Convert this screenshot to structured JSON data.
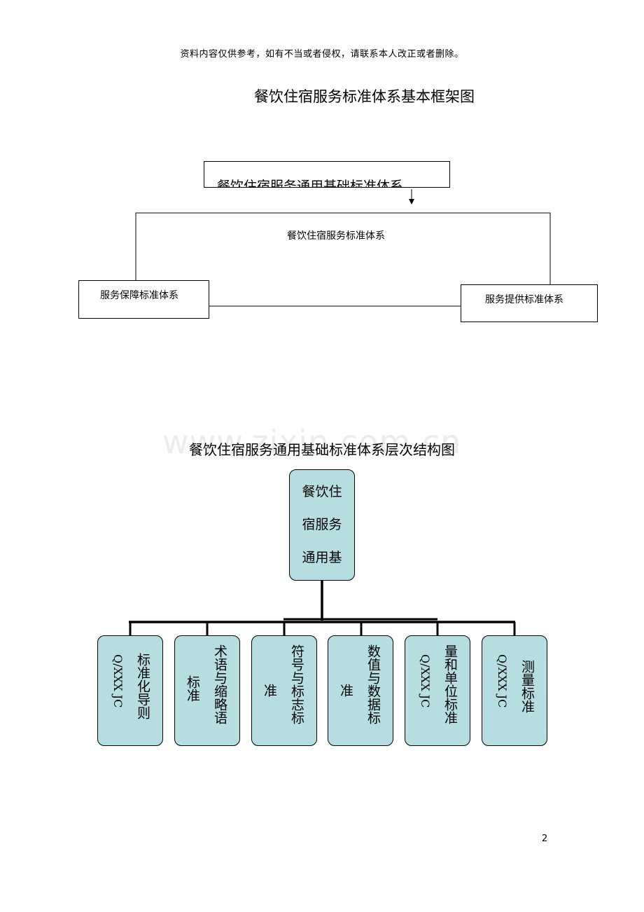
{
  "header": {
    "notice": "资料内容仅供参考，如有不当或者侵权，请联系本人改正或者删除。"
  },
  "diagram1": {
    "title": "餐饮住宿服务标准体系基本框架图",
    "top_box": "餐饮住宿服务通用基础标准体系",
    "frame_label": "餐饮住宿服务标准体系",
    "left_box": "服务保障标准体系",
    "right_box": "服务提供标准体系"
  },
  "watermark": "www.zixin.com.cn",
  "diagram2": {
    "title": "餐饮住宿服务通用基础标准体系层次结构图",
    "root_lines": [
      "餐饮住",
      "宿服务",
      "通用基"
    ],
    "children": [
      {
        "main": "标准化导则",
        "second": "",
        "code": "Q/XXX JC"
      },
      {
        "main": "术语与缩略语",
        "second": "标准",
        "code": ""
      },
      {
        "main": "符号与标志标",
        "second": "准",
        "code": ""
      },
      {
        "main": "数值与数据标",
        "second": "准",
        "code": ""
      },
      {
        "main": "量和单位标准",
        "second": "",
        "code": "Q/XXX JC"
      },
      {
        "main": "测量标准",
        "second": "",
        "code": "Q/XXX JC"
      }
    ],
    "colors": {
      "node_fill": "#b6dde0",
      "line": "#000000"
    }
  },
  "page_number": "2"
}
